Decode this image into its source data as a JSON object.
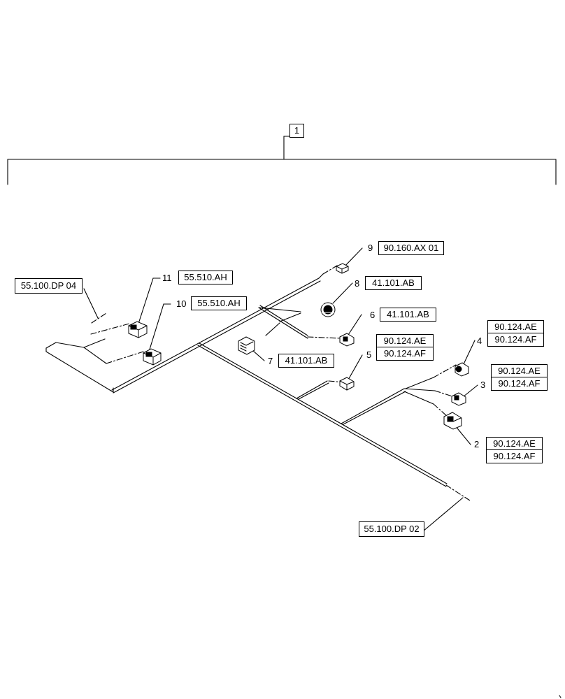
{
  "item": "1",
  "callouts": [
    {
      "num": "9",
      "refs": [
        "90.160.AX 01"
      ]
    },
    {
      "num": "8",
      "refs": [
        "41.101.AB"
      ]
    },
    {
      "num": "6",
      "refs": [
        "41.101.AB"
      ]
    },
    {
      "num": "7",
      "refs": [
        "41.101.AB"
      ]
    },
    {
      "num": "5",
      "refs": [
        "90.124.AE",
        "90.124.AF"
      ]
    },
    {
      "num": "4",
      "refs": [
        "90.124.AE",
        "90.124.AF"
      ]
    },
    {
      "num": "3",
      "refs": [
        "90.124.AE",
        "90.124.AF"
      ]
    },
    {
      "num": "2",
      "refs": [
        "90.124.AE",
        "90.124.AF"
      ]
    },
    {
      "num": "11",
      "refs": [
        "55.510.AH"
      ]
    },
    {
      "num": "10",
      "refs": [
        "55.510.AH"
      ]
    }
  ],
  "references": [
    "55.100.DP 04",
    "55.100.DP 02"
  ]
}
